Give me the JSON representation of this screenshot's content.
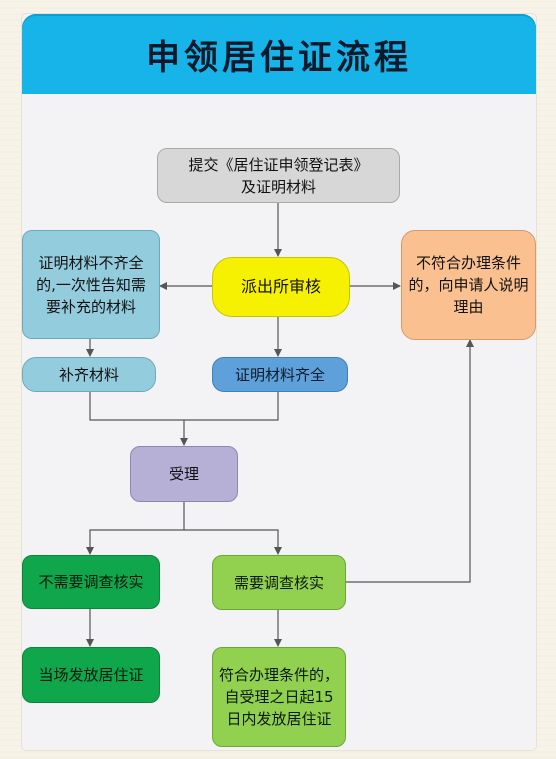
{
  "title": "申领居住证流程",
  "nodes": {
    "submit": "提交《居住证申领登记表》\n及证明材料",
    "review": "派出所审核",
    "incomplete": "证明材料不齐全的,一次性告知需要补充的材料",
    "notqualified": "不符合办理条件的，向申请人说明理由",
    "supplement": "补齐材料",
    "complete": "证明材料齐全",
    "accept": "受理",
    "no_investigation": "不需要调查核实",
    "need_investigation": "需要调查核实",
    "issue_onsite": "当场发放居住证",
    "issue_15days": "符合办理条件的，自受理之日起15日内发放居住证"
  },
  "colors": {
    "banner": "#16b4e8",
    "submit": "#d7d7d7",
    "review": "#f6f100",
    "incomplete": "#93cddd",
    "notqualified": "#fac090",
    "complete": "#5ea0da",
    "accept": "#b7b0d6",
    "no_investigation": "#0fa64c",
    "need_investigation": "#92d050",
    "arrow": "#555555"
  }
}
